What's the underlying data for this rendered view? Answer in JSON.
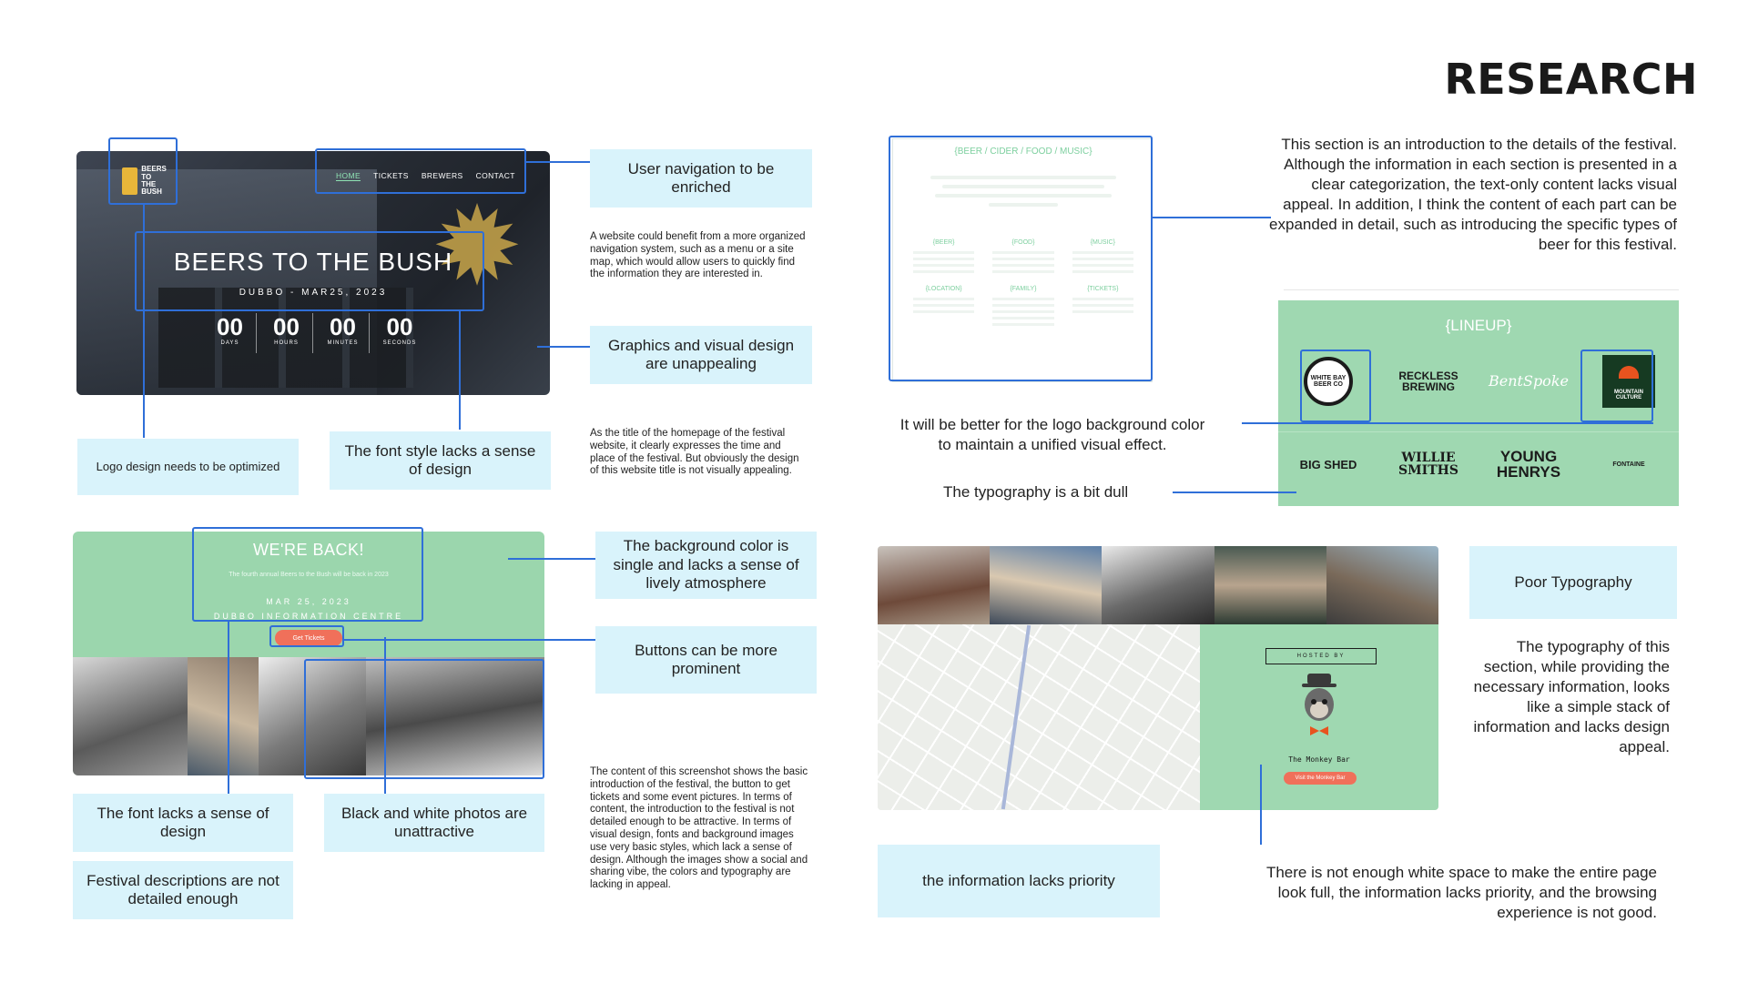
{
  "page": {
    "title": "RESEARCH"
  },
  "hero": {
    "logo_text": "BEERS TO THE BUSH",
    "nav": [
      "HOME",
      "TICKETS",
      "BREWERS",
      "CONTACT"
    ],
    "title": "BEERS TO THE BUSH",
    "subtitle": "DUBBO - MAR25, 2023",
    "countdown": [
      {
        "value": "00",
        "label": "DAYS"
      },
      {
        "value": "00",
        "label": "HOURS"
      },
      {
        "value": "00",
        "label": "MINUTES"
      },
      {
        "value": "00",
        "label": "SECONDS"
      }
    ]
  },
  "back": {
    "title": "WE'RE BACK!",
    "description": "The fourth annual Beers to the Bush will be back in 2023",
    "date": "MAR 25, 2023",
    "place": "DUBBO INFORMATION CENTRE",
    "button": "Get Tickets"
  },
  "info": {
    "title": "{BEER / CIDER / FOOD / MUSIC}",
    "columns": [
      "{BEER}",
      "{FOOD}",
      "{MUSIC}",
      "{LOCATION}",
      "{FAMILY}",
      "{TICKETS}"
    ]
  },
  "lineup": {
    "title": "{LINEUP}",
    "logos_row1": [
      "WHITE BAY BEER CO",
      "RECKLESS BREWING",
      "BentSpoke",
      "MOUNTAIN CULTURE"
    ],
    "logos_row2": [
      "BIG SHED",
      "WILLIE SMITHS",
      "YOUNG HENRYS",
      "FONTAINE"
    ]
  },
  "host": {
    "hosted": "HOSTED BY",
    "name": "The Monkey Bar",
    "button": "Visit the Monkey Bar"
  },
  "callouts": {
    "nav": "User navigation to be enriched",
    "graphics": "Graphics and visual design are unappealing",
    "logo": "Logo design needs to be optimized",
    "font_style": "The font style lacks a sense of design",
    "background": "The background color is single and lacks a sense of lively atmosphere",
    "buttons": "Buttons can be more prominent",
    "font_lacks": "The font lacks a sense of design",
    "bw_photos": "Black and white photos are unattractive",
    "descriptions": "Festival descriptions are not detailed enough",
    "poor_typo": "Poor Typography",
    "priority": "the information lacks priority"
  },
  "notes": {
    "nav_note": "A website could benefit from a more organized navigation system, such as a menu or a site map, which would allow users to quickly find the information they are interested in.",
    "title_note": "As the title of the homepage of the festival website, it clearly expresses the time and place of the festival. But obviously the design of this website title is not visually appealing.",
    "content_note": "The content of this screenshot shows the basic introduction of the festival, the button to get tickets and some event pictures. In terms of content, the introduction to the festival is not detailed enough to be attractive. In terms of visual design, fonts and background images use very basic styles, which lack a sense of design. Although the images show a social and sharing vibe, the colors and typography are lacking in appeal."
  },
  "paragraphs": {
    "intro": "This section is an introduction to the details of the festival. Although the information in each section is presented in a clear categorization, the text-only content lacks visual appeal. In addition, I think the content of each part can be expanded in detail, such as introducing the specific types of beer for this festival.",
    "logo_bg": "It will be better for the logo background color to maintain a unified visual effect.",
    "typography_dull": "The typography is a bit dull",
    "typography_stack": "The typography of this section, while providing the necessary information, looks like a simple stack of information and lacks design appeal.",
    "white_space": "There is not enough white space to make the entire page look full, the information lacks priority, and the browsing experience is not good."
  },
  "colors": {
    "accent_blue": "#2f6fd8",
    "callout_bg": "#d9f3fb",
    "festival_green": "#9bd6ad",
    "button_coral": "#f0705a"
  }
}
